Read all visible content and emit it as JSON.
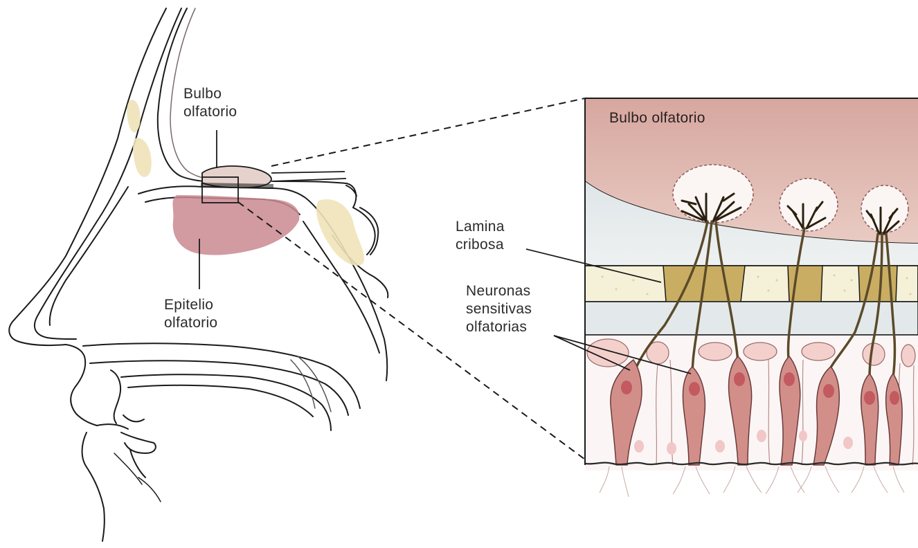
{
  "labels": {
    "bulbo_olfatorio": [
      "Bulbo",
      "olfatorio"
    ],
    "epitelio_olfatorio": [
      "Epitelio",
      "olfatorio"
    ],
    "lamina_cribosa": [
      "Lamina",
      "cribosa"
    ],
    "neuronas_sensitivas": [
      "Neuronas",
      "sensitivas",
      "olfatorias"
    ],
    "inset_bulbo_olfatorio": "Bulbo olfatorio"
  },
  "colors": {
    "bulb_tissue": "#d7aaa2",
    "epithelium_patch": "#c98a90",
    "bone_yellow": "#efe3b8",
    "cribriform_plate": "#c9ad62",
    "neuron_body": "#d28f8a",
    "nucleus": "#c25a60",
    "axon": "#5b4a2a",
    "line": "#1a1a1a"
  }
}
